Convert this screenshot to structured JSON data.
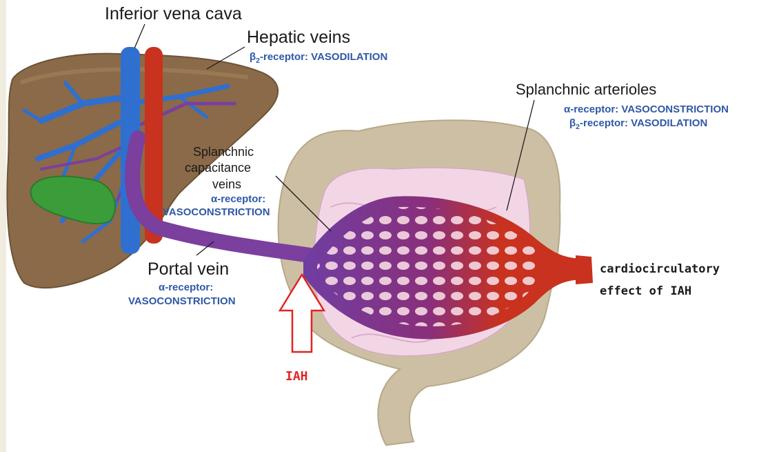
{
  "labels": {
    "ivc": "Inferior vena cava",
    "hepatic_veins": "Hepatic veins",
    "hepatic_receptor": "-receptor: VASODILATION",
    "beta": "β",
    "beta_sub": "2",
    "splanchnic_arterioles": "Splanchnic arterioles",
    "arteriole_alpha": "α-receptor: VASOCONSTRICTION",
    "arteriole_beta": "-receptor: VASODILATION",
    "cap_line1": "Splanchnic",
    "cap_line2": "capacitance",
    "cap_line3": "veins",
    "cap_alpha": "α-receptor:",
    "cap_vaso": "VASOCONSTRICTION",
    "portal_vein": "Portal vein",
    "portal_alpha": "α-receptor:",
    "portal_vaso": "VASOCONSTRICTION",
    "iah": "IAH",
    "effect_line1": "cardiocirculatory",
    "effect_line2": "effect of IAH"
  },
  "colors": {
    "liver": "#8a6a48",
    "vein_blue": "#2f6fd0",
    "artery_red": "#c8321e",
    "portal_purple": "#7b3f9e",
    "intestine": "#cdbfa4",
    "mesentery": "#f2d6e6",
    "iah_arrow": "#e02424",
    "label_blue": "#2e58a6"
  }
}
